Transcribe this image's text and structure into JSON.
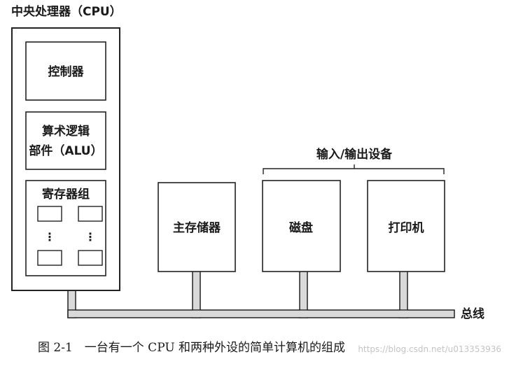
{
  "cpu": {
    "title": "中央处理器（CPU）",
    "control_unit": "控制器",
    "alu_line1": "算术逻辑",
    "alu_line2": "部件（ALU）",
    "registers": "寄存器组",
    "register_ellipsis": "⋮"
  },
  "main_memory": "主存储器",
  "io_group": {
    "label": "输入/输出设备",
    "devices": [
      "磁盘",
      "打印机"
    ]
  },
  "bus_label": "总线",
  "caption": "图 2-1　一台有一个 CPU 和两种外设的简单计算机的组成",
  "watermark": "https://blog.csdn.net/u013353936"
}
